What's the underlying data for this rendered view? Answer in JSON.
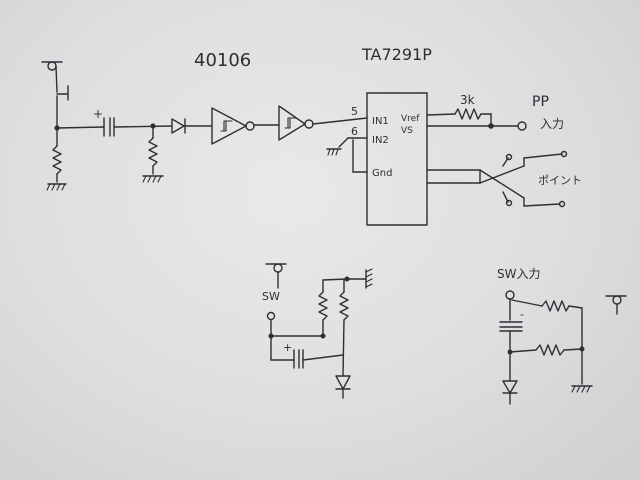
{
  "labels": {
    "inverter_ic": "40106",
    "driver_ic": "TA7291P",
    "pin_in1": "IN1",
    "pin_in2": "IN2",
    "pin_vref": "Vref",
    "pin_vs": "VS",
    "pin_gnd": "Gnd",
    "pin5": "5",
    "pin6": "6",
    "resistor": "3k",
    "pp": "PP",
    "pp_input": "入力",
    "point": "ポイント",
    "sw": "SW",
    "sw_input": "SW入力",
    "plus1": "+",
    "plus2": "+",
    "minus": "-"
  },
  "colors": {
    "ink": "#2f2f33",
    "paper": "#e4e4e6"
  }
}
